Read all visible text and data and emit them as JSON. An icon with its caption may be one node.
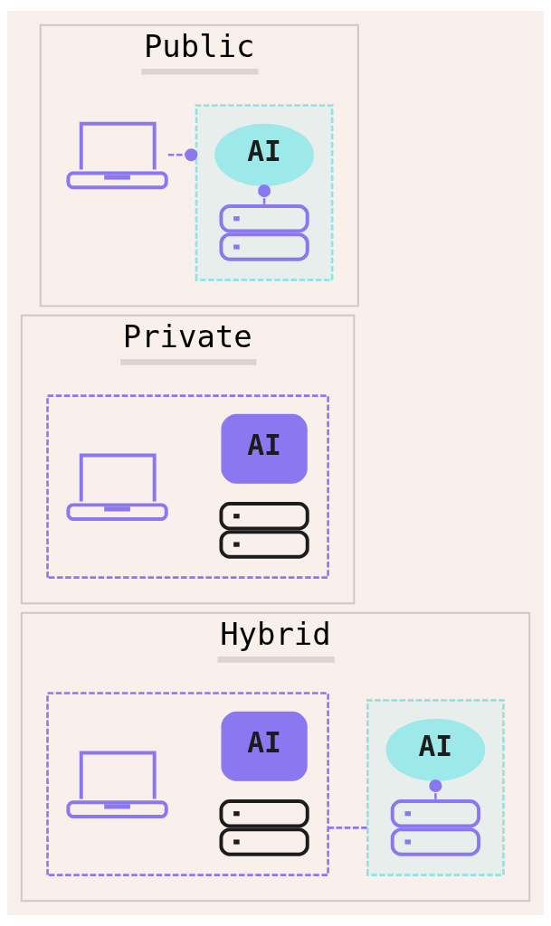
{
  "diagram": {
    "nodes": [
      {
        "text": [
          "Public"
        ]
      },
      {
        "text": [],
        "shape": "picture",
        "in": 0
      },
      {
        "text": [],
        "shape": "box",
        "in": 0
      },
      {
        "text": [
          "AI"
        ],
        "in": 2
      },
      {
        "text": [],
        "shape": "picture",
        "in": 2
      },
      {
        "text": [
          "Private"
        ]
      },
      {
        "text": [],
        "shape": "box",
        "in": 5
      },
      {
        "text": [],
        "shape": "picture",
        "in": 6
      },
      {
        "text": [
          "AI"
        ],
        "in": 6
      },
      {
        "text": [],
        "shape": "picture",
        "in": 6
      },
      {
        "text": [
          "Hybrid"
        ]
      },
      {
        "text": [],
        "shape": "box",
        "in": 10
      },
      {
        "text": [],
        "shape": "picture",
        "in": 11
      },
      {
        "text": [
          "AI"
        ],
        "in": 11
      },
      {
        "text": [],
        "shape": "picture",
        "in": 11
      },
      {
        "text": [],
        "shape": "box",
        "in": 10
      },
      {
        "text": [
          "AI"
        ],
        "in": 15
      },
      {
        "text": [],
        "shape": "picture",
        "in": 15
      }
    ],
    "edges": [
      {
        "from": 1,
        "to": 2,
        "arrow": "other",
        "style": "dashed"
      },
      {
        "from": 4,
        "to": 3,
        "arrow": "other",
        "style": "dashed"
      },
      {
        "from": 11,
        "to": 15,
        "arrow": "none",
        "style": "dashed"
      },
      {
        "from": 17,
        "to": 16,
        "arrow": "other",
        "style": "dashed"
      }
    ]
  }
}
